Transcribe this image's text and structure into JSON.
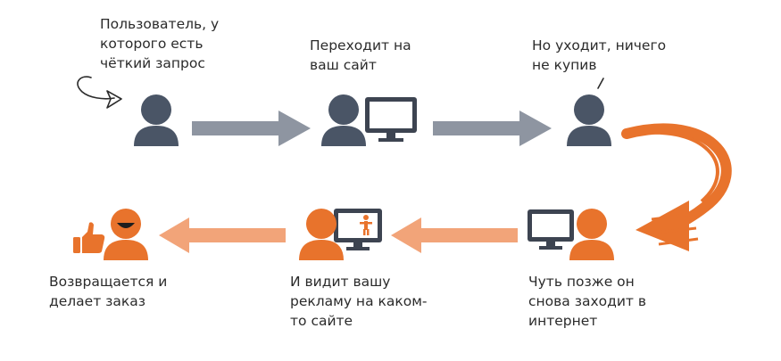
{
  "steps": [
    {
      "label": "Пользователь, у\nкоторого есть\nчёткий запрос"
    },
    {
      "label": "Переходит на\nваш сайт"
    },
    {
      "label": "Но уходит, ничего\nне купив"
    },
    {
      "label": "Чуть позже он\nснова заходит в\nинтернет"
    },
    {
      "label": "И видит вашу\nрекламу на каком-\nто сайте"
    },
    {
      "label": "Возвращается и\nделает заказ"
    }
  ],
  "colors": {
    "person_dark": "#4a5566",
    "person_orange": "#e8732c",
    "arrow_gray": "#8e95a1",
    "arrow_orange_light": "#f2a479",
    "arrow_orange": "#e8732c",
    "screen_dark": "#3d4451",
    "text": "#2b2b2b"
  },
  "icons": [
    "user-icon",
    "user-at-computer-icon",
    "thumbs-up-icon",
    "happy-face-icon",
    "curved-arrow-icon",
    "hand-drawn-pointer-icon"
  ]
}
